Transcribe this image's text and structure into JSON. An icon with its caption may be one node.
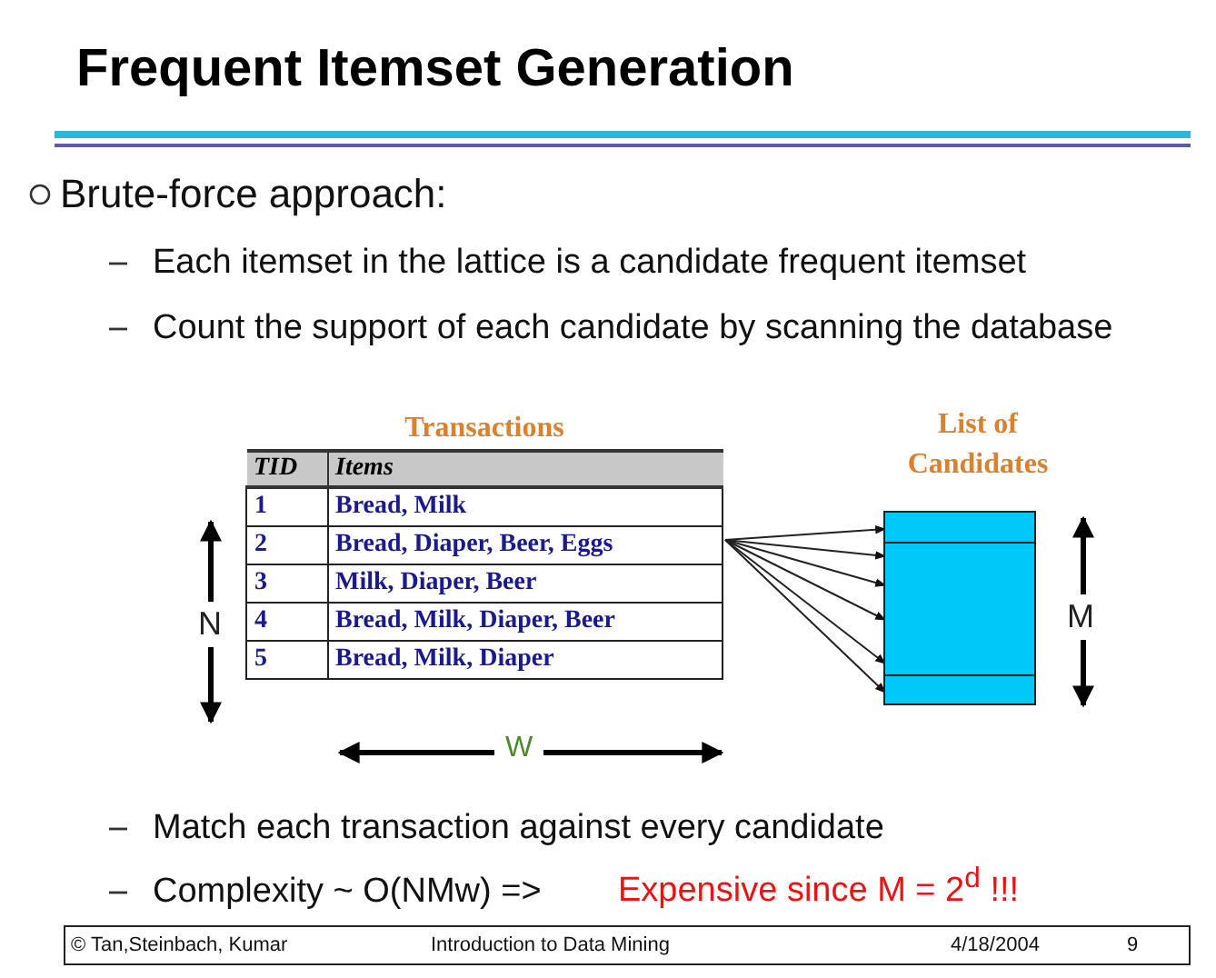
{
  "diagram": {
    "title": "Frequent Itemset Generation",
    "nodes": [
      {
        "text": [
          "Transactions"
        ]
      },
      {
        "text": [
          "List of Candidates"
        ]
      }
    ],
    "edges": [
      {
        "from": 0,
        "to": 1,
        "arrow": "to"
      },
      {
        "from": 0,
        "to": 1,
        "arrow": "to"
      },
      {
        "from": 0,
        "to": 1,
        "arrow": "to"
      },
      {
        "from": 0,
        "to": 1,
        "arrow": "to"
      },
      {
        "from": 0,
        "to": 1,
        "arrow": "to"
      },
      {
        "from": 0,
        "to": 1,
        "arrow": "to"
      }
    ],
    "labels": [
      "Brute-force approach:",
      "Each itemset in the lattice is a candidate frequent itemset",
      "Count the support of each candidate by scanning the database",
      "TID",
      "Items",
      "1",
      "Bread, Milk",
      "2",
      "Bread, Diaper, Beer, Eggs",
      "3",
      "Milk, Diaper, Beer",
      "4",
      "Bread, Milk, Diaper, Beer",
      "5",
      "Bread, Milk, Diaper",
      "N",
      "W",
      "M",
      "Match each transaction against every candidate",
      "Complexity ~ O(NMw) =>",
      "Expensive since M = 2$^{d}$ !!!",
      "© Tan,Steinbach, Kumar",
      "Introduction to Data Mining",
      "4/18/2004",
      "9"
    ]
  }
}
